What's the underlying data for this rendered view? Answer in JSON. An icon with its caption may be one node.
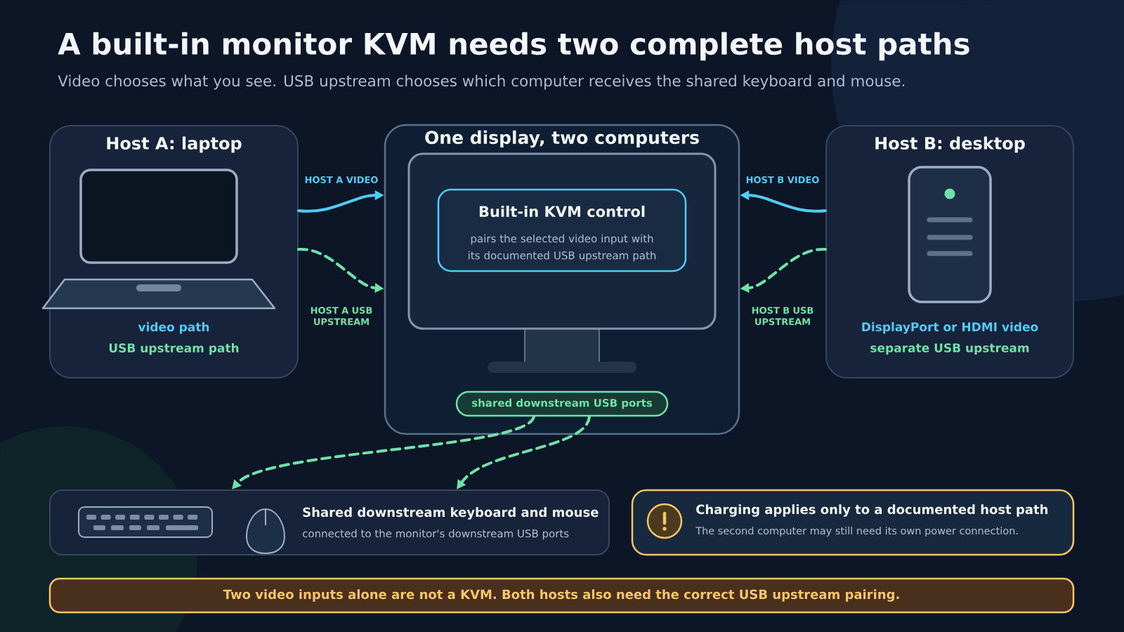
{
  "diagram": {
    "title": "A built-in monitor KVM needs two complete host paths",
    "nodes": [
      {
        "text": [
          "Host A: laptop",
          "video path",
          "USB upstream path"
        ]
      },
      {
        "text": [
          "One display, two computers"
        ]
      },
      {
        "text": [
          "Built-in KVM control",
          "pairs the selected video input with its documented USB upstream path"
        ],
        "in": 1
      },
      {
        "text": [
          "shared downstream USB ports"
        ],
        "in": 1
      },
      {
        "text": [
          "Host B: desktop",
          "DisplayPort or HDMI video",
          "separate USB upstream"
        ]
      },
      {
        "text": [
          "Shared downstream keyboard and mouse",
          "connected to the monitor's downstream USB ports"
        ]
      },
      {
        "text": [
          "Charging applies only to a documented host path",
          "The second computer may still need its own power connection."
        ]
      },
      {
        "text": [
          "Two video inputs alone are not a KVM. Both hosts also need the correct USB upstream pairing."
        ]
      }
    ],
    "edges": [
      {
        "from": 0,
        "to": 1,
        "arrow": "to",
        "label": "HOST A VIDEO",
        "color": "#4fcdf5"
      },
      {
        "from": 0,
        "to": 1,
        "arrow": "to",
        "label": "HOST A USB UPSTREAM",
        "style": "dashed"
      },
      {
        "from": 4,
        "to": 1,
        "arrow": "to",
        "label": "HOST B VIDEO",
        "color": "#4fcdf5"
      },
      {
        "from": 4,
        "to": 1,
        "arrow": "to",
        "label": "HOST B USB UPSTREAM",
        "style": "dashed"
      },
      {
        "from": 3,
        "to": 5,
        "arrow": "to",
        "style": "dashed"
      },
      {
        "from": 3,
        "to": 5,
        "arrow": "to",
        "style": "dashed"
      }
    ],
    "labels": [
      "Video chooses what you see. USB upstream chooses which computer receives the shared keyboard and mouse."
    ]
  }
}
